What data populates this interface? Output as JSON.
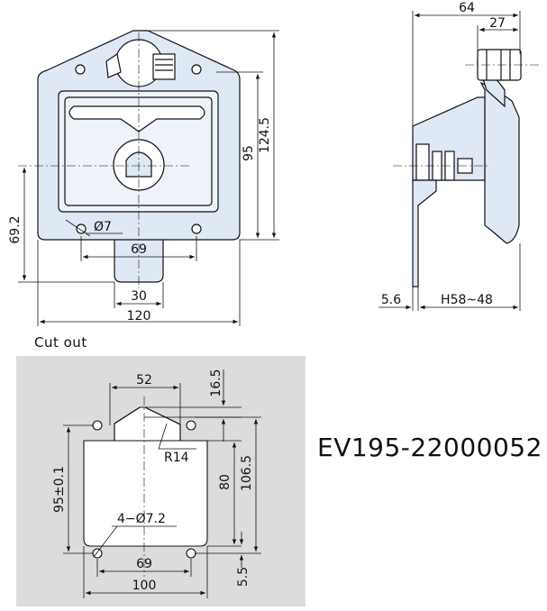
{
  "part_number": "EV195-22000052",
  "cutout_title": "Cut out",
  "front_view": {
    "dims": {
      "height_outer": "124.5",
      "height_inner": "95",
      "hole_height": "69.2",
      "hole_dia": "Ø7",
      "hole_spacing": "69",
      "shaft_width": "30",
      "overall_width": "120"
    }
  },
  "side_view": {
    "dims": {
      "overall_depth": "64",
      "lock_depth": "27",
      "plate_thickness": "5.6",
      "h_range": "H58~48"
    }
  },
  "cutout": {
    "dims": {
      "top_width": "52",
      "top_offset": "16.5",
      "radius": "R14",
      "height_tol": "95±0.1",
      "inner_height": "80",
      "outer_height": "106.5",
      "holes": "4−Ø7.2",
      "hole_spacing": "69",
      "overall_width": "100",
      "bottom_offset": "5.5"
    }
  },
  "colors": {
    "plate_fill": "#dfe8f5",
    "line": "#111111",
    "cutout_bg": "#dcdcdc",
    "cutout_fill": "#ffffff"
  }
}
